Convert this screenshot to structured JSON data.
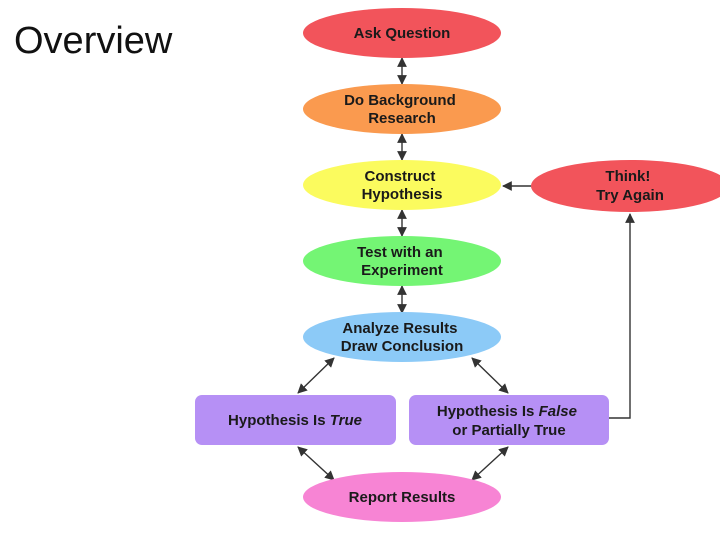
{
  "slide": {
    "title": "Overview"
  },
  "colors": {
    "red": "#f2545b",
    "orange": "#fa9a4f",
    "yellow": "#fbfb5e",
    "green": "#74f574",
    "blue": "#8ccaf7",
    "purple": "#b690f5",
    "pink": "#f784d4",
    "arrow": "#333333"
  },
  "flow": {
    "ask_question": [
      "Ask Question"
    ],
    "background_research": [
      "Do Background",
      "Research"
    ],
    "construct_hypothesis": [
      "Construct",
      "Hypothesis"
    ],
    "think_try_again": [
      "Think!",
      "Try Again"
    ],
    "test_experiment": [
      "Test with an",
      "Experiment"
    ],
    "analyze_results": [
      "Analyze Results",
      "Draw Conclusion"
    ],
    "hypothesis_true": {
      "prefix": "Hypothesis Is ",
      "emphasis": "True"
    },
    "hypothesis_false": {
      "prefix": "Hypothesis Is ",
      "emphasis": "False",
      "line2": "or Partially True"
    },
    "report_results": [
      "Report Results"
    ]
  }
}
